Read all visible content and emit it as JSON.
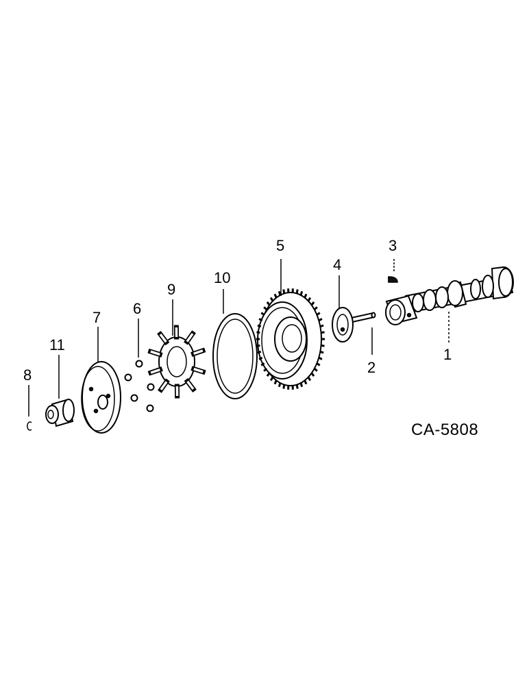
{
  "diagram_code": "CA-5808",
  "callouts": {
    "c1": "1",
    "c2": "2",
    "c3": "3",
    "c4": "4",
    "c5": "5",
    "c6": "6",
    "c7": "7",
    "c8": "8",
    "c9": "9",
    "c10": "10",
    "c11": "11"
  }
}
